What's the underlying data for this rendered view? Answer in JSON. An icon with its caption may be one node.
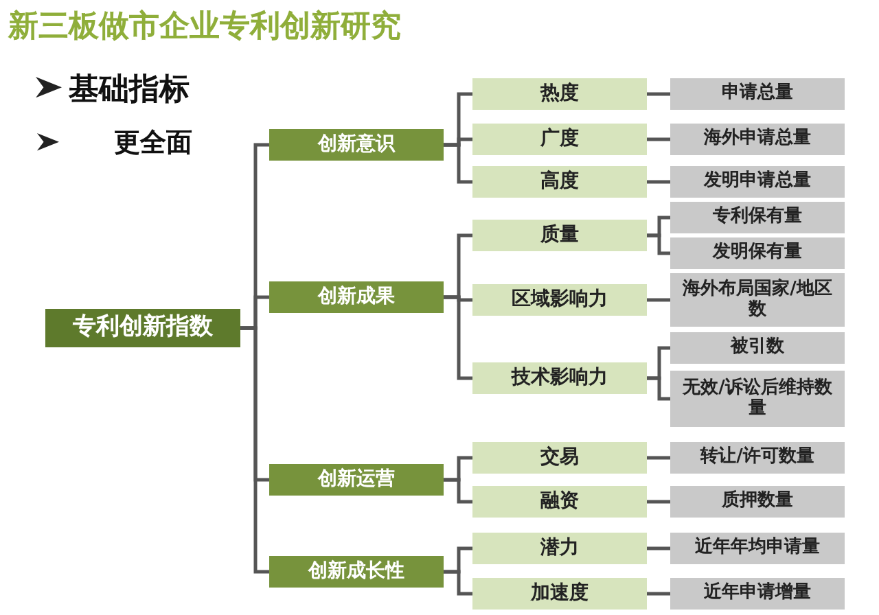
{
  "diagram": {
    "title": "新三板做市企业专利创新研究",
    "nodes": [
      {
        "text": [
          "专利创新指数"
        ]
      },
      {
        "text": [
          "创新意识"
        ]
      },
      {
        "text": [
          "创新成果"
        ]
      },
      {
        "text": [
          "创新运营"
        ]
      },
      {
        "text": [
          "创新成长性"
        ]
      },
      {
        "text": [
          "热度"
        ]
      },
      {
        "text": [
          "广度"
        ]
      },
      {
        "text": [
          "高度"
        ]
      },
      {
        "text": [
          "质量"
        ]
      },
      {
        "text": [
          "区域影响力"
        ]
      },
      {
        "text": [
          "技术影响力"
        ]
      },
      {
        "text": [
          "交易"
        ]
      },
      {
        "text": [
          "融资"
        ]
      },
      {
        "text": [
          "潜力"
        ]
      },
      {
        "text": [
          "加速度"
        ]
      },
      {
        "text": [
          "申请总量"
        ]
      },
      {
        "text": [
          "海外申请总量"
        ]
      },
      {
        "text": [
          "发明申请总量"
        ]
      },
      {
        "text": [
          "专利保有量"
        ]
      },
      {
        "text": [
          "发明保有量"
        ]
      },
      {
        "text": [
          "海外布局国家/地区数"
        ]
      },
      {
        "text": [
          "被引数"
        ]
      },
      {
        "text": [
          "无效/诉讼后维持数量"
        ]
      },
      {
        "text": [
          "转让/许可数量"
        ]
      },
      {
        "text": [
          "质押数量"
        ]
      },
      {
        "text": [
          "近年年均申请量"
        ]
      },
      {
        "text": [
          "近年申请增量"
        ]
      }
    ],
    "edges": [
      {
        "from": 0,
        "to": 1,
        "arrow": "none"
      },
      {
        "from": 0,
        "to": 2,
        "arrow": "none"
      },
      {
        "from": 0,
        "to": 3,
        "arrow": "none"
      },
      {
        "from": 0,
        "to": 4,
        "arrow": "none"
      },
      {
        "from": 1,
        "to": 5,
        "arrow": "none"
      },
      {
        "from": 1,
        "to": 6,
        "arrow": "none"
      },
      {
        "from": 1,
        "to": 7,
        "arrow": "none"
      },
      {
        "from": 2,
        "to": 8,
        "arrow": "none"
      },
      {
        "from": 2,
        "to": 9,
        "arrow": "none"
      },
      {
        "from": 2,
        "to": 10,
        "arrow": "none"
      },
      {
        "from": 3,
        "to": 11,
        "arrow": "none"
      },
      {
        "from": 3,
        "to": 12,
        "arrow": "none"
      },
      {
        "from": 4,
        "to": 13,
        "arrow": "none"
      },
      {
        "from": 4,
        "to": 14,
        "arrow": "none"
      },
      {
        "from": 5,
        "to": 15,
        "arrow": "none"
      },
      {
        "from": 6,
        "to": 16,
        "arrow": "none"
      },
      {
        "from": 7,
        "to": 17,
        "arrow": "none"
      },
      {
        "from": 8,
        "to": 18,
        "arrow": "none"
      },
      {
        "from": 8,
        "to": 19,
        "arrow": "none"
      },
      {
        "from": 9,
        "to": 20,
        "arrow": "none"
      },
      {
        "from": 10,
        "to": 21,
        "arrow": "none"
      },
      {
        "from": 10,
        "to": 22,
        "arrow": "none"
      },
      {
        "from": 11,
        "to": 23,
        "arrow": "none"
      },
      {
        "from": 12,
        "to": 24,
        "arrow": "none"
      },
      {
        "from": 13,
        "to": 25,
        "arrow": "none"
      },
      {
        "from": 14,
        "to": 26,
        "arrow": "none"
      }
    ],
    "labels": [
      "基础指标",
      "更全面"
    ]
  }
}
